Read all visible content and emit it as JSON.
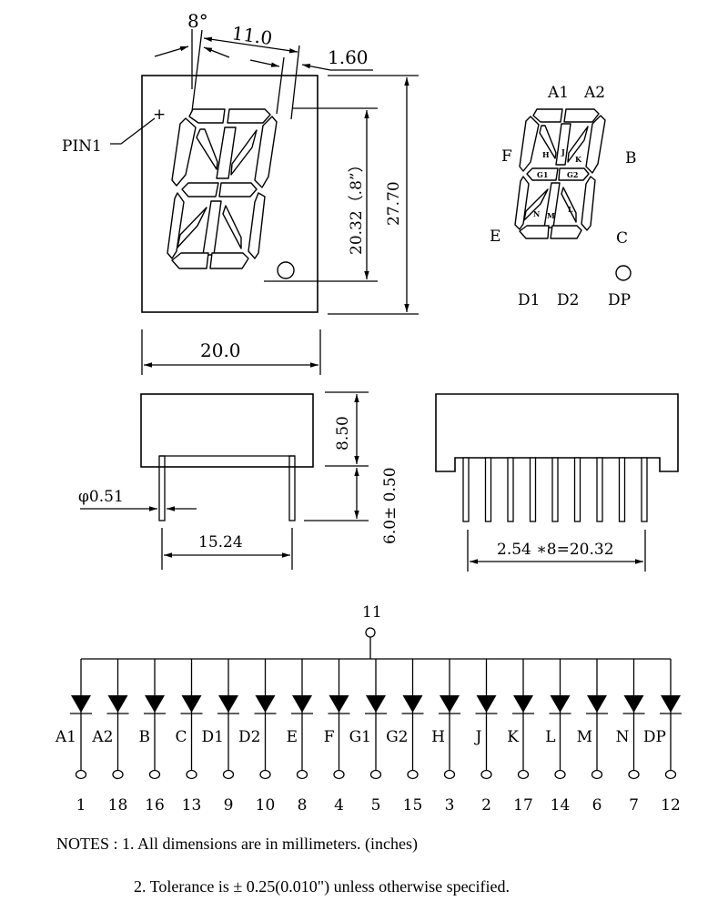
{
  "front_view": {
    "angle": "8°",
    "char_width": "11.0",
    "segment_width": "1.60",
    "digit_height": "20.32（.8”）",
    "body_height": "27.70",
    "body_width": "20.0",
    "pin1_label": "PIN1"
  },
  "segment_map": {
    "top_labels": [
      "A1",
      "A2"
    ],
    "left_upper": "F",
    "right_upper": "B",
    "left_lower": "E",
    "right_lower": "C",
    "bottom_labels": [
      "D1",
      "D2",
      "DP"
    ],
    "inner_labels": {
      "H": "H",
      "J": "J",
      "K": "K",
      "G1": "G1",
      "G2": "G2",
      "N": "N",
      "M": "M",
      "L": "L"
    }
  },
  "side_view": {
    "pin_diameter": "φ0.51",
    "pin_spacing": "15.24",
    "body_depth": "8.50",
    "pin_length": "6.0± 0.50"
  },
  "bottom_view": {
    "pin_count_shown": 9,
    "pitch_label": "2.54 ∗8=20.32"
  },
  "schematic": {
    "common_pin": "11",
    "segments": [
      {
        "name": "A1",
        "pin": "1"
      },
      {
        "name": "A2",
        "pin": "18"
      },
      {
        "name": "B",
        "pin": "16"
      },
      {
        "name": "C",
        "pin": "13"
      },
      {
        "name": "D1",
        "pin": "9"
      },
      {
        "name": "D2",
        "pin": "10"
      },
      {
        "name": "E",
        "pin": "8"
      },
      {
        "name": "F",
        "pin": "4"
      },
      {
        "name": "G1",
        "pin": "5"
      },
      {
        "name": "G2",
        "pin": "15"
      },
      {
        "name": "H",
        "pin": "3"
      },
      {
        "name": "J",
        "pin": "2"
      },
      {
        "name": "K",
        "pin": "17"
      },
      {
        "name": "L",
        "pin": "14"
      },
      {
        "name": "M",
        "pin": "6"
      },
      {
        "name": "N",
        "pin": "7"
      },
      {
        "name": "DP",
        "pin": "12"
      }
    ]
  },
  "notes": {
    "line1": "NOTES : 1. All dimensions are in millimeters. (inches)",
    "line2": "2. Tolerance is ±  0.25(0.010\") unless otherwise specified."
  }
}
